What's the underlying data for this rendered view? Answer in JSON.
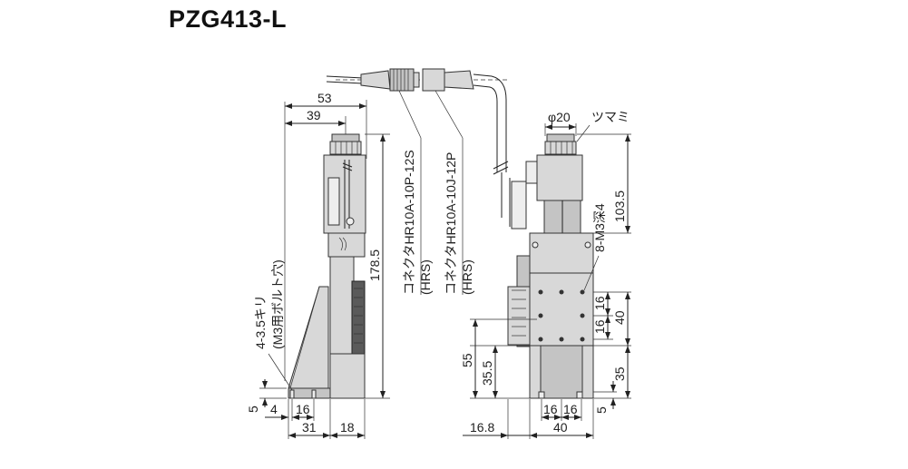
{
  "title": "PZG413-L",
  "side_view": {
    "dim_53": "53",
    "dim_39": "39",
    "dim_178_5": "178.5",
    "hole_label_1": "4-3.5キリ",
    "hole_label_2": "(M3用ボルト穴)",
    "dim_5": "5",
    "dim_4": "4",
    "dim_16": "16",
    "dim_31": "31",
    "dim_18": "18"
  },
  "connectors": {
    "left_name": "コネクタHR10A-10P-12S",
    "left_maker": "(HRS)",
    "right_name": "コネクタHR10A-10J-12P",
    "right_maker": "(HRS)"
  },
  "front_view": {
    "dim_phi20": "φ20",
    "knob_label": "ツマミ",
    "dim_103_5": "103.5",
    "tap_label": "8-M3深4",
    "dim_16_a": "16",
    "dim_16_b": "16",
    "dim_40_right": "40",
    "dim_35": "35",
    "dim_5_right": "5",
    "dim_55": "55",
    "dim_35_5": "35.5",
    "dim_16_bottom_a": "16",
    "dim_16_bottom_b": "16",
    "dim_16_8": "16.8",
    "dim_40_bottom": "40"
  }
}
